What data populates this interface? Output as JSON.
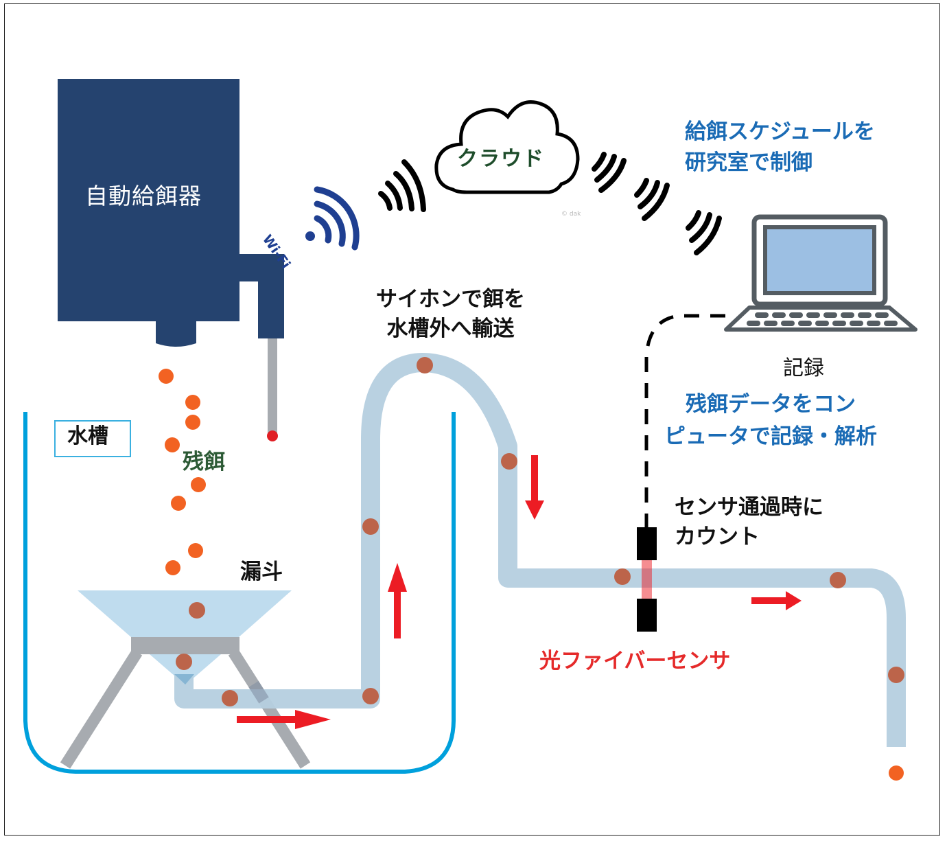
{
  "diagram": {
    "title": "自動給餌と残餌計測システム",
    "labels": {
      "feeder": "自動給餌器",
      "wifi": "Wi-Fi",
      "cloud": "クラウド",
      "copyright": "© dak",
      "schedule_line1": "給餌スケジュールを",
      "schedule_line2": "研究室で制御",
      "siphon_line1": "サイホンで餌を",
      "siphon_line2": "水槽外へ輸送",
      "record": "記録",
      "record_desc_line1": "残餌データをコン",
      "record_desc_line2": "ピュータで記録・解析",
      "tank": "水槽",
      "leftover_feed": "残餌",
      "funnel": "漏斗",
      "count_line1": "センサ通過時に",
      "count_line2": "カウント",
      "fiber_sensor": "光ファイバーセンサ"
    },
    "icons": [
      "wifi-icon",
      "cloud-icon",
      "laptop-icon",
      "signal-waves-icon",
      "arrow-icon"
    ],
    "colors": {
      "feeder": "#25436f",
      "tank_wall": "#00a0dc",
      "tube": "#b5cfdf",
      "pellet_falling": "#f26222",
      "pellet_in_tube": "#bc644a",
      "arrow": "#ec1c24",
      "text_blue": "#1a6bb5",
      "text_green": "#2c5a35",
      "sensor_label": "#e52a2a",
      "wifi": "#1f3f91",
      "laptop_frame": "#545c62",
      "laptop_screen": "#9cbfe3",
      "stand": "#a7abb0"
    }
  }
}
